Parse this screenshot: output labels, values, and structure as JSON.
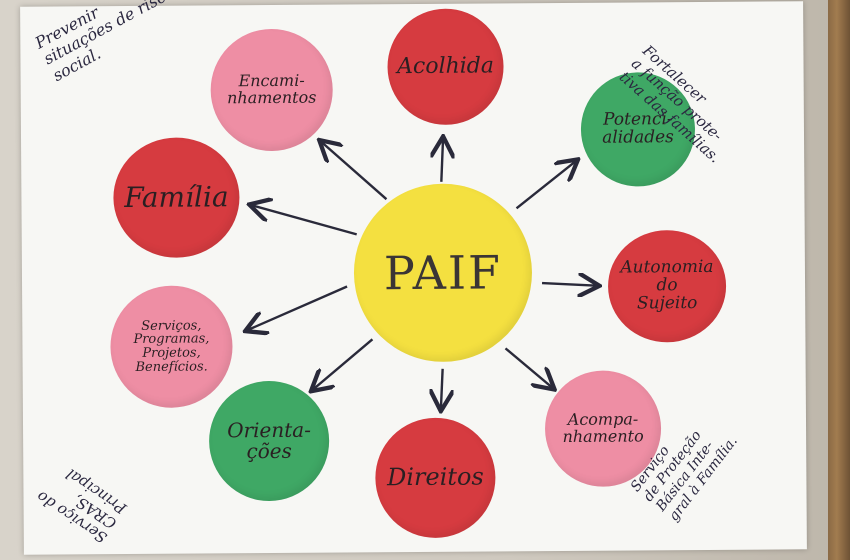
{
  "poster": {
    "center": "PAIF",
    "circles": {
      "acolhida": "Acolhida",
      "potencialidades": "Potenci-\nalidades",
      "autonomia": "Autonomia\ndo\nSujeito",
      "acompanhamento": "Acompa-\nnhamento",
      "direitos": "Direitos",
      "orientacoes": "Orienta-\nções",
      "servicos": "Serviços,\nProgramas,\nProjetos,\nBenefícios.",
      "familia": "Família",
      "encaminhamentos": "Encami-\nnhamentos"
    },
    "notes": {
      "top_left": "Prevenir\nsituações de risco\nsocial.",
      "top_right": "Fortalecer\na função prote-\ntiva das famílias.",
      "bottom_left": "Serviço do\nCRAS,\nPrincipal",
      "bottom_right": "Serviço\nde Proteção\nBásica Inte-\ngral à Família."
    },
    "colors": {
      "red": "#d63b40",
      "pink": "#ee8ea4",
      "green": "#3fa865",
      "yellow": "#f4e040"
    }
  }
}
